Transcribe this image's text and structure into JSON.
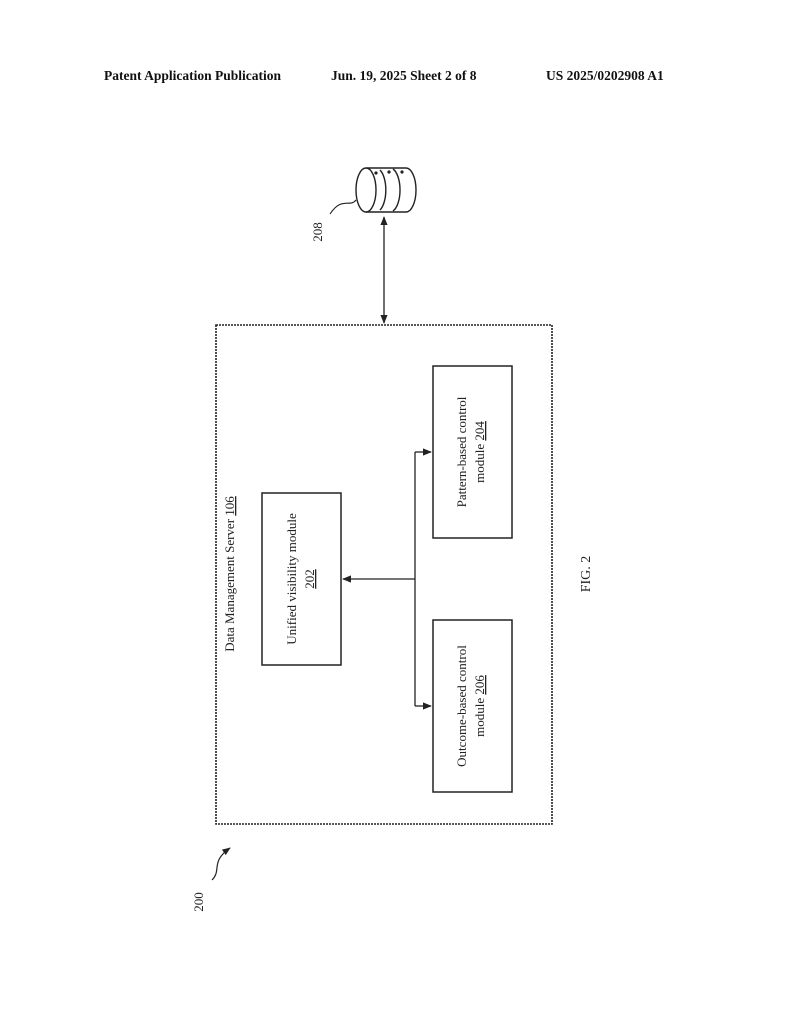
{
  "header": {
    "left": "Patent Application Publication",
    "middle": "Jun. 19, 2025  Sheet 2 of 8",
    "right": "US 2025/0202908 A1"
  },
  "figure": {
    "label": "FIG. 2",
    "ref_system": "200",
    "ref_database": "208"
  },
  "server": {
    "title": "Data Management Server",
    "number": "106"
  },
  "modules": {
    "unified": {
      "line1": "Unified visibility module",
      "number": "202"
    },
    "pattern": {
      "line1": "Pattern-based control",
      "line2": "module",
      "number": "204"
    },
    "outcome": {
      "line1": "Outcome-based control",
      "line2": "module",
      "number": "206"
    }
  }
}
